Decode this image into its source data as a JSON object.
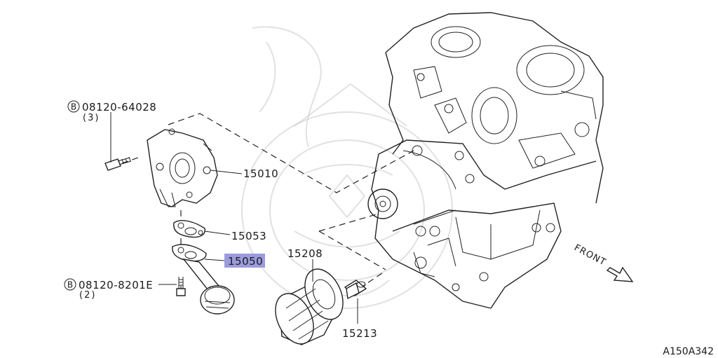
{
  "diagram": {
    "reference_code": "A150A342",
    "front_label": "FRONT",
    "highlight_color": "#8a8ad8",
    "bolts": [
      {
        "mark": "B",
        "part_number": "08120-64028",
        "qty": "(3)"
      },
      {
        "mark": "B",
        "part_number": "08120-8201E",
        "qty": "(2)"
      }
    ],
    "parts": [
      {
        "number": "15010",
        "highlighted": false
      },
      {
        "number": "15053",
        "highlighted": false
      },
      {
        "number": "15050",
        "highlighted": true
      },
      {
        "number": "15208",
        "highlighted": false
      },
      {
        "number": "15213",
        "highlighted": false
      }
    ]
  }
}
